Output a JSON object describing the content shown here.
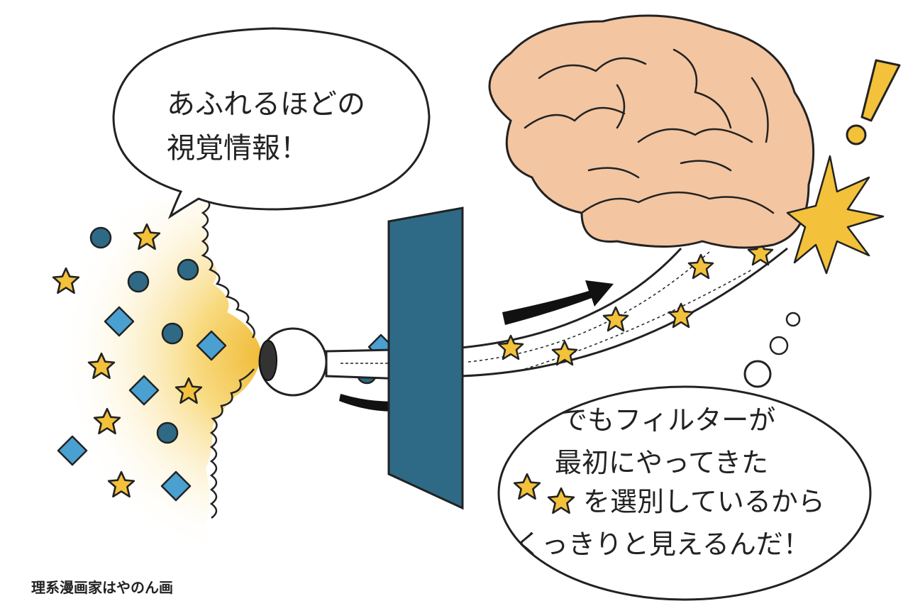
{
  "speech_bubble": {
    "line1": "あふれるほどの",
    "line2": "視覚情報！"
  },
  "thought_bubble": {
    "line1": "でもフィルターが",
    "line2": "最初にやってきた",
    "line3": "を選別しているから",
    "line4": "くっきりと見えるんだ！"
  },
  "credit": "理系漫画家はやのん画",
  "colors": {
    "star": "#f3c13a",
    "circle": "#2e6a86",
    "diamond": "#4aa0d0",
    "filter": "#2e6a86",
    "brain": "#f3c5a0",
    "glow": "#f5c84a"
  },
  "icons": [
    "star-icon",
    "circle-icon",
    "diamond-icon",
    "eye-icon",
    "brain-icon",
    "exclamation-icon",
    "arrow-icon"
  ]
}
